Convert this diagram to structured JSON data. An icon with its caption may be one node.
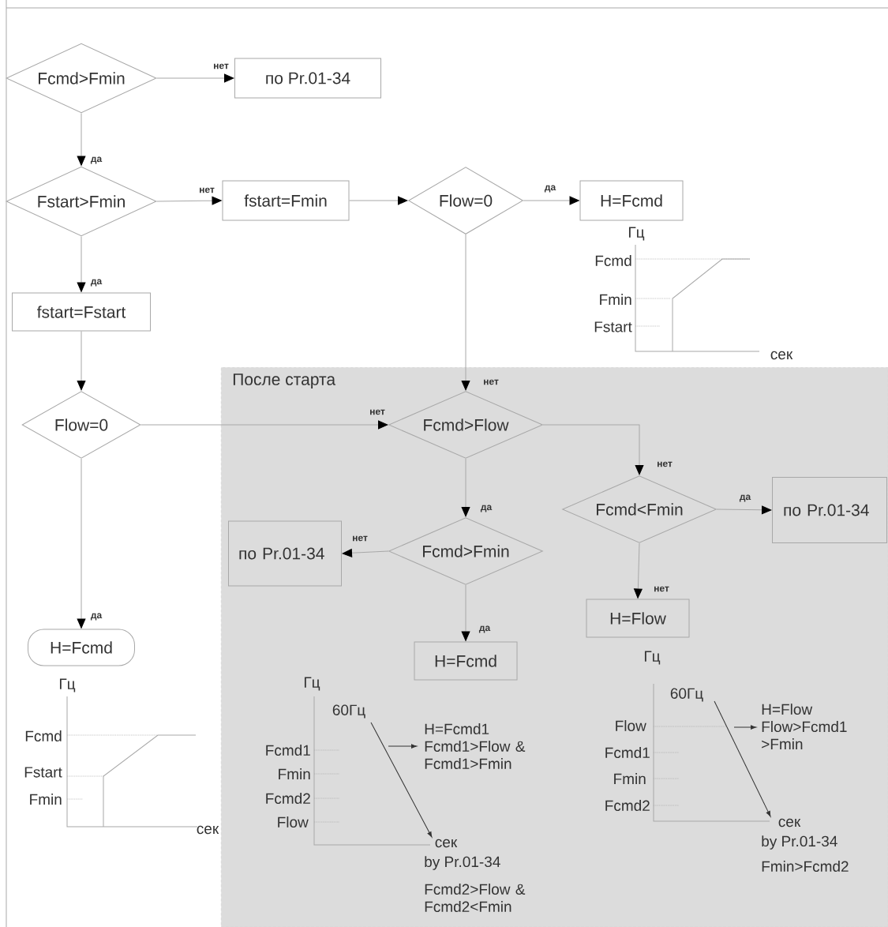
{
  "diagram": {
    "nodes": [
      {
        "text": [
          "Fcmd>Fmin"
        ]
      },
      {
        "text": [
          "по Pr.01-34"
        ]
      },
      {
        "text": [
          "Fstart>Fmin"
        ]
      },
      {
        "text": [
          "fstart=Fmin"
        ]
      },
      {
        "text": [
          "Flow=0"
        ]
      },
      {
        "text": [
          "H=Fcmd"
        ]
      },
      {
        "text": [
          "fstart=Fstart"
        ]
      },
      {
        "text": [
          "Flow=0"
        ]
      },
      {
        "text": [
          "После старта"
        ]
      },
      {
        "text": [
          "Fcmd>Flow"
        ],
        "in": 8
      },
      {
        "text": [
          "Fcmd<Fmin"
        ],
        "in": 8
      },
      {
        "text": [
          "по Pr.01-34"
        ],
        "in": 8
      },
      {
        "text": [
          "по Pr.01-34"
        ],
        "in": 8
      },
      {
        "text": [
          "Fcmd>Fmin"
        ],
        "in": 8
      },
      {
        "text": [
          "H=Flow"
        ],
        "in": 8
      },
      {
        "text": [
          "H=Fcmd"
        ]
      },
      {
        "text": [
          "H=Fcmd"
        ],
        "in": 8
      }
    ],
    "edges": [
      {
        "from": 0,
        "to": 1,
        "arrow": "to",
        "label": "нет"
      },
      {
        "from": 0,
        "to": 2,
        "arrow": "to",
        "label": "да"
      },
      {
        "from": 2,
        "to": 3,
        "arrow": "to",
        "label": "нет"
      },
      {
        "from": 2,
        "to": 6,
        "arrow": "to",
        "label": "да"
      },
      {
        "from": 3,
        "to": 4,
        "arrow": "to"
      },
      {
        "from": 4,
        "to": 5,
        "arrow": "to",
        "label": "да"
      },
      {
        "from": 4,
        "to": 9,
        "arrow": "to",
        "label": "нет"
      },
      {
        "from": 6,
        "to": 7,
        "arrow": "to"
      },
      {
        "from": 7,
        "to": 9,
        "arrow": "to",
        "label": "нет"
      },
      {
        "from": 7,
        "to": 15,
        "arrow": "to",
        "label": "да"
      },
      {
        "from": 9,
        "to": 10,
        "arrow": "to",
        "label": "нет"
      },
      {
        "from": 9,
        "to": 13,
        "arrow": "to",
        "label": "да"
      },
      {
        "from": 13,
        "to": 12,
        "arrow": "to",
        "label": "нет"
      },
      {
        "from": 13,
        "to": 16,
        "arrow": "to",
        "label": "да"
      },
      {
        "from": 10,
        "to": 11,
        "arrow": "to",
        "label": "да"
      },
      {
        "from": 10,
        "to": 14,
        "arrow": "to",
        "label": "нет"
      }
    ],
    "labels": [
      "Гц",
      "Fcmd",
      "Fmin",
      "Fstart",
      "сек",
      "Гц",
      "Fcmd",
      "Fstart",
      "Fmin",
      "сек",
      "Гц",
      "60Гц",
      "Fcmd1",
      "Fmin",
      "Fcmd2",
      "Flow",
      "H=Fcmd1 Fcmd1>Flow & Fcmd1>Fmin",
      "сек",
      "by Pr.01-34",
      "Fcmd2>Flow & Fcmd2<Fmin",
      "Гц",
      "60Гц",
      "Flow",
      "Fcmd1",
      "Fmin",
      "Fcmd2",
      "H=Flow Flow>Fcmd1 >Fmin",
      "сек",
      "by Pr.01-34",
      "Fmin>Fcmd2"
    ]
  }
}
